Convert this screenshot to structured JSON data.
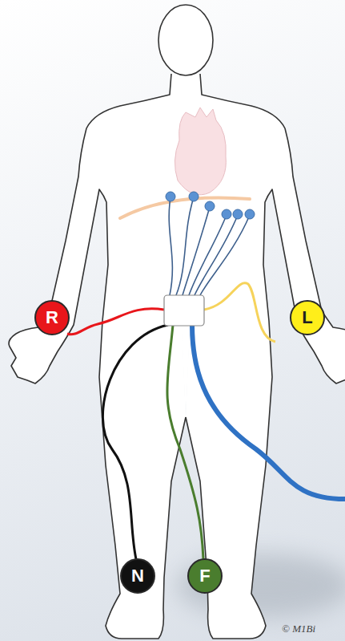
{
  "diagram": {
    "nodes": [
      {
        "text": [
          "R"
        ]
      },
      {
        "text": [
          "L"
        ]
      },
      {
        "text": [
          "N"
        ]
      },
      {
        "text": [
          "F"
        ]
      }
    ],
    "labels": [
      "© M1Bi"
    ]
  }
}
